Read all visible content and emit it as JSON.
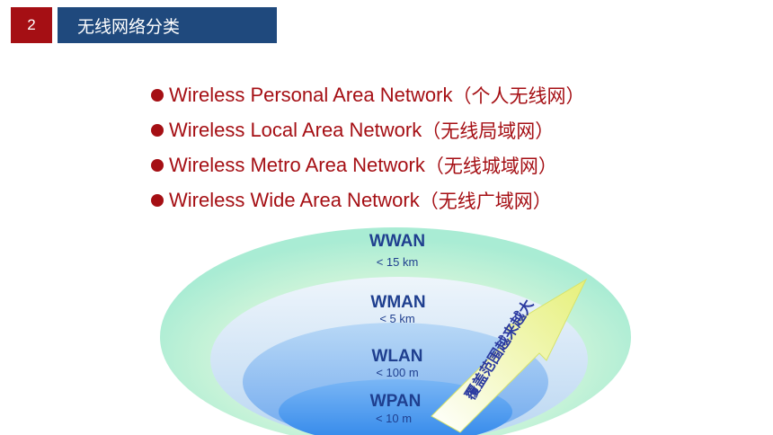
{
  "header": {
    "slide_number": "2",
    "title": "无线网络分类"
  },
  "bullets": [
    {
      "en": "Wireless Personal Area Network",
      "zh": "（个人无线网）"
    },
    {
      "en": "Wireless Local Area Network ",
      "zh": "（无线局域网）"
    },
    {
      "en": "Wireless Metro Area Network ",
      "zh": "（无线城域网）"
    },
    {
      "en": "Wireless Wide Area Network ",
      "zh": "（无线广域网）"
    }
  ],
  "diagram": {
    "levels": [
      {
        "name": "WWAN",
        "range": "< 15 km"
      },
      {
        "name": "WMAN",
        "range": "< 5 km"
      },
      {
        "name": "WLAN",
        "range": "< 100 m"
      },
      {
        "name": "WPAN",
        "range": "< 10 m"
      }
    ],
    "arrow_text": "覆盖范围越来越大",
    "colors": {
      "label": "#1f3f8f",
      "bullet_text": "#a50f14",
      "arrow_fill": "#e6f07a",
      "arrow_text": "#2b3aa0"
    }
  }
}
